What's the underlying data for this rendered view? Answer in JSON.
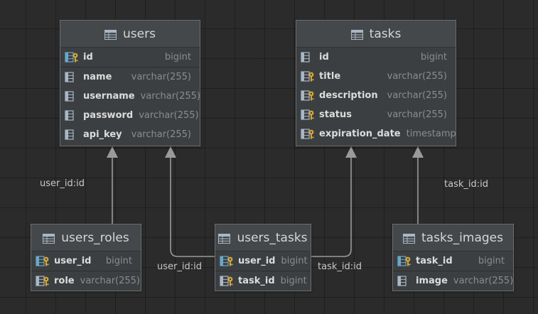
{
  "tables": {
    "users": {
      "name": "users",
      "columns": [
        {
          "name": "id",
          "type": "bigint",
          "kind": "pk"
        },
        {
          "name": "name",
          "type": "varchar(255)",
          "kind": "col"
        },
        {
          "name": "username",
          "type": "varchar(255)",
          "kind": "col"
        },
        {
          "name": "password",
          "type": "varchar(255)",
          "kind": "col"
        },
        {
          "name": "api_key",
          "type": "varchar(255)",
          "kind": "col"
        }
      ]
    },
    "tasks": {
      "name": "tasks",
      "columns": [
        {
          "name": "id",
          "type": "bigint",
          "kind": "col"
        },
        {
          "name": "title",
          "type": "varchar(255)",
          "kind": "key"
        },
        {
          "name": "description",
          "type": "varchar(255)",
          "kind": "key"
        },
        {
          "name": "status",
          "type": "varchar(255)",
          "kind": "key"
        },
        {
          "name": "expiration_date",
          "type": "timestamp",
          "kind": "key"
        }
      ]
    },
    "users_roles": {
      "name": "users_roles",
      "columns": [
        {
          "name": "user_id",
          "type": "bigint",
          "kind": "pk"
        },
        {
          "name": "role",
          "type": "varchar(255)",
          "kind": "key"
        }
      ]
    },
    "users_tasks": {
      "name": "users_tasks",
      "columns": [
        {
          "name": "user_id",
          "type": "bigint",
          "kind": "pk"
        },
        {
          "name": "task_id",
          "type": "bigint",
          "kind": "key"
        }
      ]
    },
    "tasks_images": {
      "name": "tasks_images",
      "columns": [
        {
          "name": "task_id",
          "type": "bigint",
          "kind": "pk"
        },
        {
          "name": "image",
          "type": "varchar(255)",
          "kind": "col"
        }
      ]
    }
  },
  "edges": {
    "users_roles_label": "user_id:id",
    "users_tasks_user_label": "user_id:id",
    "users_tasks_task_label": "task_id:id",
    "tasks_images_label": "task_id:id"
  },
  "colors": {
    "background": "#2b2b2b",
    "table_body": "#3c3f41",
    "edge": "#9a9a9a",
    "key": "#d6a736",
    "column_icon": "#a9b7c6"
  }
}
